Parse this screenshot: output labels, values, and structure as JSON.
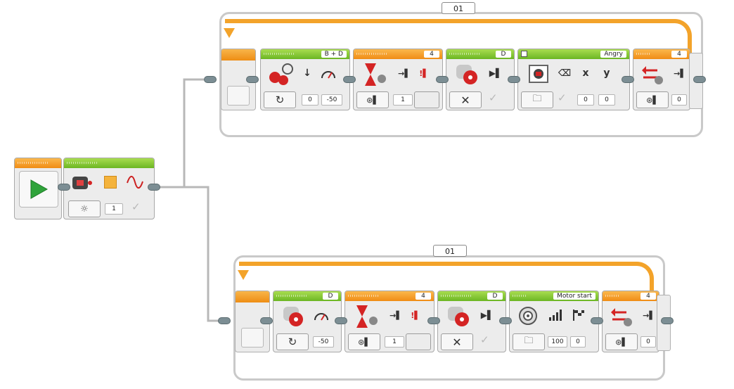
{
  "start_block": {
    "icon": "play-icon"
  },
  "led_block": {
    "mode_icon": "brick-status-light-icon",
    "color_icon": "color-square-icon",
    "pulse_icon": "pulse-icon",
    "mode_button_icon": "light-bulb-icon",
    "color_value": "1",
    "pulse_value": "✓"
  },
  "loop_top": {
    "counter": "01",
    "blocks": [
      {
        "type": "move-steering",
        "port": "B + D",
        "mode_icon": "rotate-icon",
        "values": [
          "0",
          "-50"
        ]
      },
      {
        "type": "wait-motor-rotation",
        "port": "4",
        "mode_icon": "compare-icon",
        "values": [
          "1"
        ]
      },
      {
        "type": "large-motor-off",
        "port": "D",
        "mode_icon": "off-icon",
        "values": [
          "✓"
        ]
      },
      {
        "type": "display-image",
        "port": "Angry",
        "mode_icon": "folder-icon",
        "values": [
          "✓",
          "0",
          "0"
        ]
      },
      {
        "type": "motor-rotation-reset",
        "port": "4",
        "mode_icon": "compare-icon",
        "values": [
          "0"
        ]
      }
    ]
  },
  "loop_bottom": {
    "counter": "01",
    "blocks": [
      {
        "type": "medium-motor-on",
        "port": "D",
        "mode_icon": "rotate-icon",
        "values": [
          "-50"
        ]
      },
      {
        "type": "wait-motor-rotation",
        "port": "4",
        "mode_icon": "compare-icon",
        "values": [
          "1"
        ]
      },
      {
        "type": "large-motor-off",
        "port": "D",
        "mode_icon": "off-icon",
        "values": [
          "✓"
        ]
      },
      {
        "type": "sound-file",
        "port": "Motor start",
        "mode_icon": "folder-icon",
        "values": [
          "100",
          "0"
        ]
      },
      {
        "type": "motor-rotation-reset",
        "port": "4",
        "mode_icon": "compare-icon",
        "values": [
          "0"
        ]
      }
    ]
  },
  "colors": {
    "green_header": "#6cb623",
    "orange_header": "#f08c15",
    "loop_arrow": "#f3a32a",
    "start_play": "#2fa33b",
    "motor_red": "#d42424"
  }
}
